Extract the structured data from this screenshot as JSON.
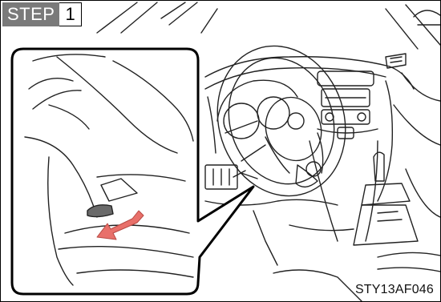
{
  "step": {
    "word": "STEP",
    "number": "1"
  },
  "figure": {
    "code": "STY13AF046"
  },
  "colors": {
    "arrow": "#e8706a",
    "line": "#222222",
    "badge": "#7a7a7a"
  }
}
